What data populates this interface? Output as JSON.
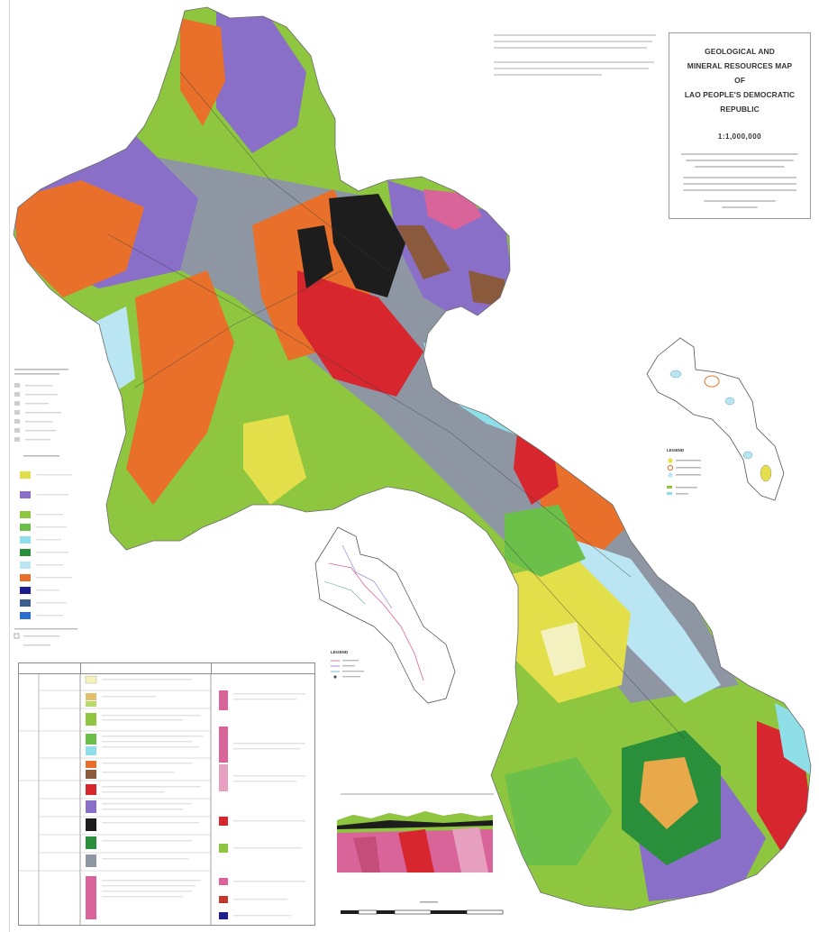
{
  "title": {
    "line1": "GEOLOGICAL AND",
    "line2": "MINERAL RESOURCES MAP",
    "line3": "OF",
    "line4": "LAO PEOPLE'S DEMOCRATIC",
    "line5": "REPUBLIC",
    "scale": "1:1,000,000"
  },
  "inset_legend_right": {
    "heading": "LEGEND"
  },
  "inset_legend_bottom": {
    "heading": "LEGEND"
  },
  "colors": {
    "red": "#d8262e",
    "orange": "#e8702a",
    "green": "#8ec63f",
    "bright_green": "#6cc04a",
    "purple": "#8a6fc9",
    "gray": "#8e96a3",
    "cyan": "#8edfe8",
    "lightblue": "#b9e6f2",
    "yellow": "#e3df4a",
    "pink": "#d9649a",
    "black": "#1d1d1d",
    "darkgreen": "#2a8f3a",
    "brown": "#8b5a3c"
  }
}
